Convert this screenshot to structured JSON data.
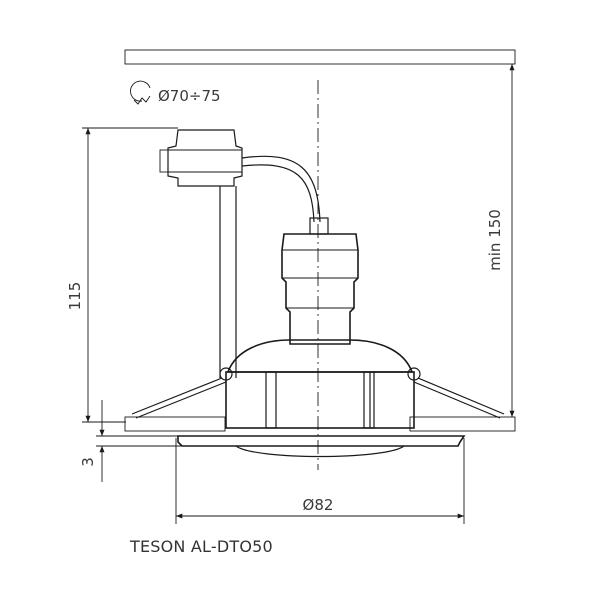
{
  "drawing": {
    "title": "TESON AL-DTO50",
    "cutout_label": "Ø70÷75",
    "dimensions": {
      "height": "115",
      "flange": "3",
      "diameter": "Ø82",
      "min_ceiling_space": "min 150"
    },
    "icons": {
      "cutout": "hole-saw-icon"
    },
    "colors": {
      "line": "#1a1a1a",
      "hatch": "#555555",
      "text": "#3a3a3a"
    }
  }
}
